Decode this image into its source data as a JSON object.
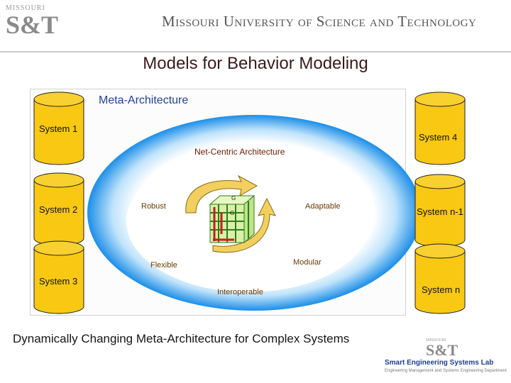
{
  "header": {
    "logo_top": "MISSOURI",
    "logo_main": "S&T",
    "university_name": "Missouri University of Science and Technology"
  },
  "slide": {
    "title": "Models for Behavior Modeling",
    "caption": "Dynamically Changing Meta-Architecture for Complex Systems"
  },
  "diagram": {
    "meta_label": "Meta-Architecture",
    "net_label": "Net-Centric Architecture",
    "systems": [
      "System 1",
      "System 2",
      "System 3",
      "System 4",
      "System n-1",
      "System n"
    ],
    "properties": {
      "robust": "Robust",
      "adaptable": "Adaptable",
      "flexible": "Flexible",
      "modular": "Modular",
      "interoperable": "Interoperable"
    },
    "cube_letters": [
      "G",
      "G"
    ]
  },
  "footer": {
    "logo_top": "MISSOURI",
    "logo_main": "S&T",
    "lab_name": "Smart Engineering Systems Lab",
    "lab_sub": "Engineering Management and Systems Engineering Department"
  },
  "colors": {
    "cylinder_fill": "#f8c812",
    "cylinder_stroke": "#222222",
    "ring_blue": "#1c8ee8",
    "inner_fill": "#ffffff",
    "cube_fill": "#d8f0a8",
    "cube_grid": "#2e7d1a",
    "cube_red": "#cc1a1a",
    "arrow_fill": "#f2d060"
  }
}
